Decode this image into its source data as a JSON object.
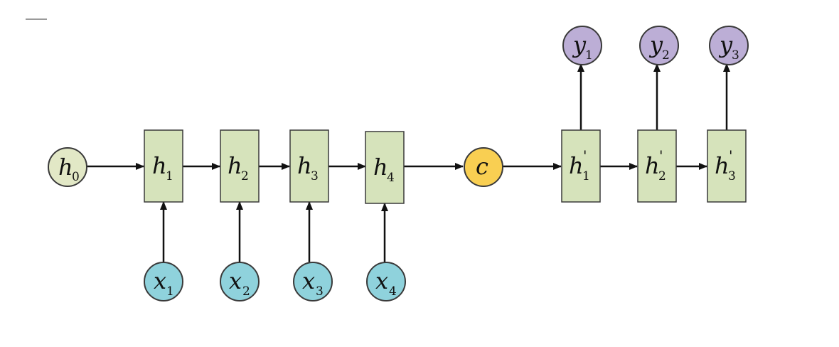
{
  "diagram": {
    "colors": {
      "box": "#d6e3bb",
      "h0": "#e2e8c6",
      "x": "#8fd2dc",
      "c": "#f9cf52",
      "y": "#bcaed6",
      "stroke": "#3a3a3a",
      "arrow": "#111111"
    },
    "h0": {
      "main": "h",
      "sub": "0"
    },
    "encoder_states": [
      {
        "main": "h",
        "sub": "1"
      },
      {
        "main": "h",
        "sub": "2"
      },
      {
        "main": "h",
        "sub": "3"
      },
      {
        "main": "h",
        "sub": "4"
      }
    ],
    "inputs": [
      {
        "main": "x",
        "sub": "1"
      },
      {
        "main": "x",
        "sub": "2"
      },
      {
        "main": "x",
        "sub": "3"
      },
      {
        "main": "x",
        "sub": "4"
      }
    ],
    "context": {
      "main": "c"
    },
    "decoder_states": [
      {
        "main": "h",
        "sub": "1",
        "prime": "'"
      },
      {
        "main": "h",
        "sub": "2",
        "prime": "'"
      },
      {
        "main": "h",
        "sub": "3",
        "prime": "'"
      }
    ],
    "outputs": [
      {
        "main": "y",
        "sub": "1"
      },
      {
        "main": "y",
        "sub": "2"
      },
      {
        "main": "y",
        "sub": "3"
      }
    ]
  }
}
